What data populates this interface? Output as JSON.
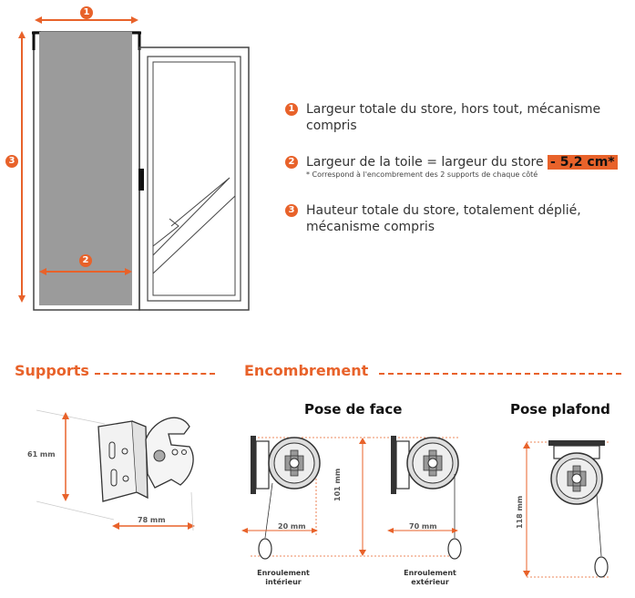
{
  "markers": {
    "m1": "1",
    "m2": "2",
    "m3": "3"
  },
  "legend": [
    {
      "num": "1",
      "text": "Largeur totale du store, hors tout, mécanisme compris"
    },
    {
      "num": "2",
      "text": "Largeur de la toile = largeur du store",
      "highlight": "- 5,2 cm*",
      "note": "* Correspond à l'encombrement des 2 supports de chaque côté"
    },
    {
      "num": "3",
      "text": "Hauteur totale du store, totalement déplié, mécanisme compris"
    }
  ],
  "sections": {
    "supports": "Supports",
    "encombrement": "Encombrement"
  },
  "supports": {
    "height_label": "61 mm",
    "depth_label": "78 mm"
  },
  "encombrement": {
    "pose_face": {
      "title": "Pose de face",
      "height_label": "101 mm",
      "interieur": {
        "offset_label": "20 mm",
        "caption_line1": "Enroulement",
        "caption_line2": "intérieur"
      },
      "exterieur": {
        "offset_label": "70 mm",
        "caption_line1": "Enroulement",
        "caption_line2": "extérieur"
      }
    },
    "pose_plafond": {
      "title": "Pose plafond",
      "height_label": "118 mm"
    }
  },
  "colors": {
    "accent": "#e8622a",
    "fabric": "#9b9b9b",
    "frame": "#444444"
  }
}
